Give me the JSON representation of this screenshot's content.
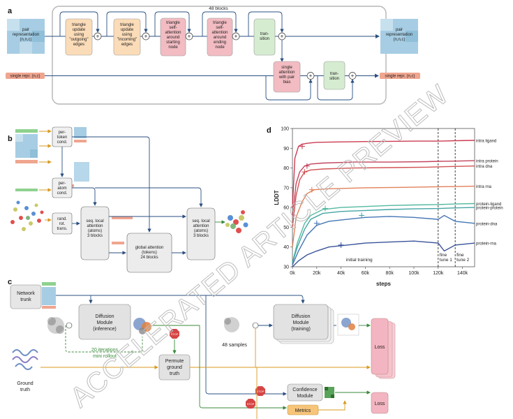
{
  "panels": {
    "a": "a",
    "b": "b",
    "c": "c",
    "d": "d"
  },
  "watermark": "ACCELERATED ARTICLE PREVIEW",
  "a": {
    "blocks_label": "48 blocks",
    "pair_rep": [
      "pair",
      "representation",
      "(n,n,c)"
    ],
    "pair_rep_out": [
      "pair",
      "representation",
      "(n,n,c)"
    ],
    "tri_out": [
      "triangle",
      "update",
      "using",
      "\"outgoing\"",
      "edges"
    ],
    "tri_in": [
      "triangle",
      "update",
      "using",
      "\"incoming\"",
      "edges"
    ],
    "tri_att_start": [
      "triangle",
      "self-",
      "attention",
      "around",
      "starting",
      "node"
    ],
    "tri_att_end": [
      "triangle",
      "self-",
      "attention",
      "around",
      "ending",
      "node"
    ],
    "transition1": [
      "tran-",
      "sition"
    ],
    "single_att": [
      "single",
      "attention",
      "with pair",
      "bias"
    ],
    "transition2": [
      "tran-",
      "sition"
    ],
    "single_in": "single repr. (n,c)",
    "single_out": "single repr. (n,c)",
    "plus": "+"
  },
  "b": {
    "per_token": [
      "per-",
      "token",
      "cond."
    ],
    "per_atom": [
      "per-",
      "atom",
      "cond."
    ],
    "rand": [
      "rand.",
      "rot.",
      "trans."
    ],
    "seq1": [
      "seq. local",
      "attention",
      "(atoms)",
      "3 blocks"
    ],
    "global": [
      "global attention",
      "(tokens)",
      "24 blocks"
    ],
    "seq2": [
      "seq. local",
      "attention",
      "(atoms)",
      "3 blocks"
    ]
  },
  "c": {
    "trunk": [
      "Network",
      "trunk"
    ],
    "diff_inf": [
      "Diffusion",
      "Module",
      "(inference)"
    ],
    "iter": [
      "20 iterations",
      "mini rollout"
    ],
    "stop": "STOP",
    "permute": [
      "Permute",
      "ground",
      "truth"
    ],
    "ground": [
      "Ground",
      "truth"
    ],
    "samples": "48 samples",
    "diff_train": [
      "Diffusion",
      "Module",
      "(training)"
    ],
    "loss1": "Loss",
    "conf": [
      "Confidence",
      "Module"
    ],
    "metrics": "Metrics",
    "loss2": "Loss"
  },
  "chart_data": {
    "type": "line",
    "title": "",
    "xlabel": "steps",
    "ylabel": "LDDT",
    "xlim": [
      0,
      150000
    ],
    "ylim": [
      30,
      100
    ],
    "x_ticks": [
      "0k",
      "20k",
      "40k",
      "60k",
      "80k",
      "100k",
      "120k",
      "140k"
    ],
    "y_ticks": [
      "30",
      "40",
      "50",
      "60",
      "70",
      "80",
      "90",
      "100"
    ],
    "vlines": [
      {
        "x": 120000,
        "label": "fine tune 1"
      },
      {
        "x": 134000,
        "label": "fine tune 2"
      }
    ],
    "annotation": "initial training",
    "series": [
      {
        "name": "intra ligand",
        "color": "#c8324a",
        "x": [
          0,
          2000,
          5000,
          8000,
          12000,
          20000,
          40000,
          60000,
          80000,
          100000,
          120000,
          134000,
          150000
        ],
        "values": [
          60,
          85,
          91,
          92,
          92.5,
          93,
          93.2,
          93.4,
          93.5,
          93.6,
          93.6,
          93.8,
          94
        ]
      },
      {
        "name": "intra protein",
        "color": "#c03a55",
        "x": [
          0,
          3000,
          6000,
          10000,
          15000,
          25000,
          50000,
          80000,
          110000,
          120000,
          134000,
          150000
        ],
        "values": [
          55,
          72,
          78,
          81,
          82,
          82.5,
          83,
          83,
          83.2,
          83.4,
          83.5,
          83.7
        ]
      },
      {
        "name": "intra dna",
        "color": "#cf4a4a",
        "x": [
          0,
          3000,
          6000,
          10000,
          15000,
          25000,
          50000,
          80000,
          110000,
          120000,
          134000,
          150000
        ],
        "values": [
          50,
          66,
          74,
          78,
          79,
          79.5,
          80,
          80.2,
          80.4,
          80.6,
          80.8,
          81
        ]
      },
      {
        "name": "intra rna",
        "color": "#e07a50",
        "x": [
          0,
          3000,
          8000,
          12000,
          18000,
          30000,
          60000,
          90000,
          120000,
          134000,
          150000
        ],
        "values": [
          40,
          55,
          63,
          67,
          69,
          69.5,
          70,
          70.2,
          70.5,
          70.6,
          70.8
        ]
      },
      {
        "name": "protein-ligand",
        "color": "#4ab59a",
        "x": [
          0,
          4000,
          10000,
          15000,
          25000,
          40000,
          60000,
          80000,
          100000,
          120000,
          134000,
          150000
        ],
        "values": [
          32,
          42,
          52,
          56,
          59,
          60,
          60.5,
          61,
          61.3,
          61.5,
          61.8,
          62
        ]
      },
      {
        "name": "protein-protein",
        "color": "#3c9fa0",
        "x": [
          0,
          4000,
          10000,
          15000,
          25000,
          40000,
          60000,
          80000,
          100000,
          120000,
          134000,
          150000
        ],
        "values": [
          32,
          40,
          49,
          54,
          57,
          58,
          58.5,
          59,
          59.3,
          59.5,
          59.8,
          60
        ]
      },
      {
        "name": "protein-dna",
        "color": "#3a6fb0",
        "x": [
          0,
          5000,
          12000,
          20000,
          30000,
          45000,
          60000,
          80000,
          100000,
          120000,
          125000,
          134000,
          150000
        ],
        "values": [
          31,
          38,
          46,
          51,
          53,
          54,
          55,
          55.5,
          55,
          54,
          56,
          53,
          52
        ]
      },
      {
        "name": "protein-rna",
        "color": "#2f4a94",
        "x": [
          0,
          5000,
          12000,
          20000,
          30000,
          45000,
          60000,
          80000,
          100000,
          120000,
          125000,
          134000,
          150000
        ],
        "values": [
          30,
          33,
          36,
          38,
          40,
          41,
          42,
          42.5,
          43,
          42,
          38,
          41,
          42
        ]
      }
    ],
    "markers": [
      {
        "series": "intra ligand",
        "x": 8000,
        "y": 91
      },
      {
        "series": "intra protein",
        "x": 12000,
        "y": 81
      },
      {
        "series": "intra dna",
        "x": 10000,
        "y": 78
      },
      {
        "series": "intra rna",
        "x": 16000,
        "y": 69
      },
      {
        "series": "protein-ligand",
        "x": 27000,
        "y": 59.5
      },
      {
        "series": "protein-protein",
        "x": 57000,
        "y": 56
      },
      {
        "series": "protein-dna",
        "x": 20000,
        "y": 52
      },
      {
        "series": "protein-rna",
        "x": 40000,
        "y": 41
      }
    ]
  }
}
